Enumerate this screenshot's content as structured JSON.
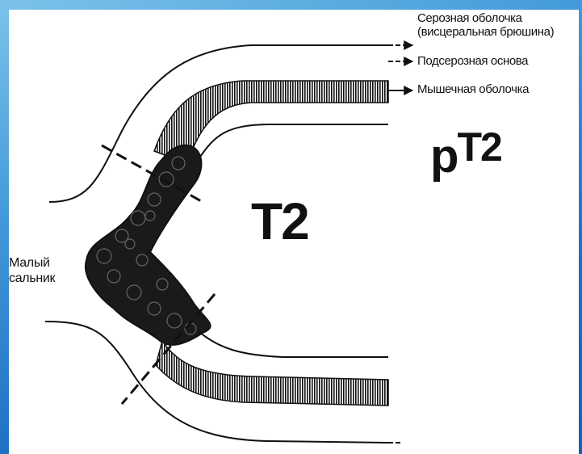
{
  "labels": {
    "serosa_line1": "Серозная оболочка",
    "serosa_line2": "(висцеральная брюшина)",
    "subserosa": "Подсерозная основа",
    "muscle": "Мышечная оболочка",
    "omentum_line1": "Малый",
    "omentum_line2": "сальник"
  },
  "stages": {
    "inner": "T2",
    "outer_prefix": "p",
    "outer": "T2"
  },
  "colors": {
    "background_top": "#7cc3ea",
    "background_bottom": "#1b5fb0",
    "panel": "#ffffff",
    "ink": "#111111"
  }
}
